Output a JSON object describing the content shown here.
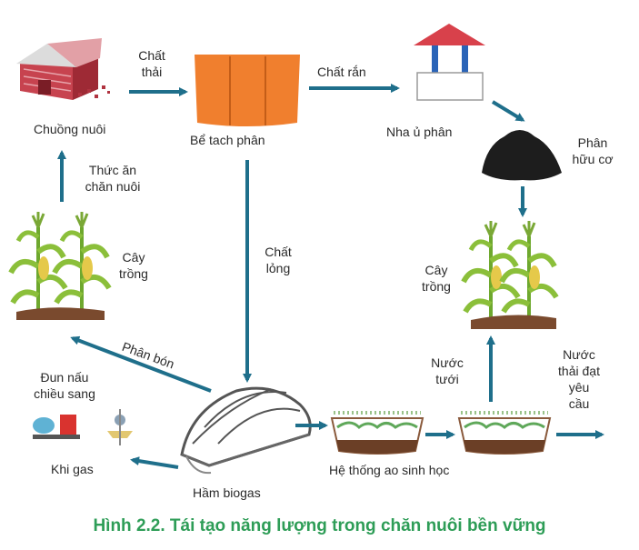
{
  "nodes": {
    "chuong_nuoi": "Chuồng nuôi",
    "be_tach_phan": "Bể tach phân",
    "nha_u_phan": "Nha ủ phân",
    "phan_huu_co": [
      "Phân",
      "hữu cơ"
    ],
    "cay_trong_left": [
      "Cây",
      "trồng"
    ],
    "cay_trong_right": [
      "Cây",
      "trồng"
    ],
    "dun_nau": [
      "Đun nấu",
      "chiều sang"
    ],
    "khi_gas": "Khi gas",
    "ham_biogas": "Hầm biogas",
    "ao_sinh_hoc": "Hệ thống ao sinh học"
  },
  "edges": {
    "chat_thai": [
      "Chất",
      "thải"
    ],
    "chat_ran": "Chất rắn",
    "thuc_an": [
      "Thức ăn",
      "chăn nuôi"
    ],
    "chat_long": [
      "Chất",
      "lỏng"
    ],
    "phan_bon": "Phân bón",
    "nuoc_tuoi": [
      "Nước",
      "tưới"
    ],
    "nuoc_thai": [
      "Nước",
      "thải đạt",
      "yêu",
      "cầu"
    ]
  },
  "caption": "Hình 2.2. Tái tạo năng lượng trong chăn nuôi bền vững",
  "colors": {
    "arrow": "#1f6f8b",
    "caption": "#2e9d57",
    "tank": "#f07f2e",
    "barn": "#b8333f",
    "roof": "#d8414b",
    "humus": "#1d1d1d",
    "crop": "#8bbf3a",
    "soil": "#7a4a2e"
  }
}
